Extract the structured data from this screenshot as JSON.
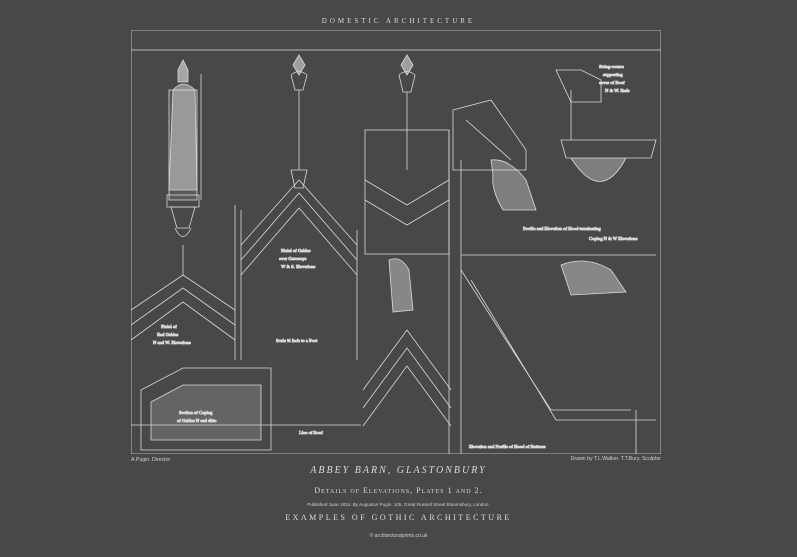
{
  "header": {
    "title": "DOMESTIC ARCHITECTURE"
  },
  "drawing_notes": {
    "string_course": [
      "String-course",
      "supporting",
      "eaves of Roof",
      "N & W. Ends"
    ],
    "profile_hood": "Profile and Elevation of Hood terminating",
    "coping_elevations": "Coping N & W Elevations",
    "finial_gables": [
      "Finial of Gables",
      "over Gateways",
      "W & S. Elevations"
    ],
    "finial_end": [
      "Finial of",
      "End Gables",
      "N and W. Elevations"
    ],
    "scale": "Scale ¾ Inch to a Foot",
    "section_coping": [
      "Section of    Coping",
      "of Gables      N end ditto"
    ],
    "line_roof": "Line of Roof",
    "elevation_bottom": "Elevation and Profile of Hood of Buttress"
  },
  "credits": {
    "left": "A.Pugin. Director",
    "right": "Drawn by T.L.Walker. T.T.Bury. Sculptor"
  },
  "titles": {
    "main": "ABBEY BARN, GLASTONBURY",
    "subtitle": "Details of Elevations, Plates 1 and 2.",
    "published": "Published June 1834. By Augustus Pugin. 105, Great Russell Street Bloomsbury, London.",
    "series": "EXAMPLES OF GOTHIC ARCHITECTURE",
    "site": "© architecturalprints.co.uk"
  }
}
